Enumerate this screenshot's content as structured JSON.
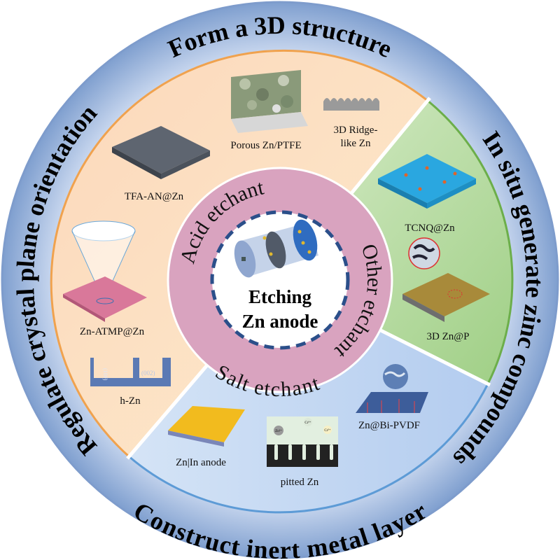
{
  "title": "Etching Zn anode",
  "center": {
    "line1": "Etching",
    "line2": "Zn anode"
  },
  "inner_ring": {
    "acid": "Acid etchant",
    "other": "Other etchant",
    "salt": "Salt etchant"
  },
  "outer_ring": {
    "top": "Form a 3D structure",
    "left": "Regulate crystal plane orientation",
    "right": "In situ generate zinc compounds",
    "bottom": "Construct inert metal layer"
  },
  "examples": {
    "porous": "Porous Zn/PTFE",
    "ridge_1": "3D Ridge-",
    "ridge_2": "like Zn",
    "tfa": "TFA-AN@Zn",
    "atmp": "Zn-ATMP@Zn",
    "hzn": "h-Zn",
    "hzn_plane1": "(100)",
    "hzn_plane2": "(002)",
    "tcnq": "TCNQ@Zn",
    "znp": "3D Zn@P",
    "znin": "Zn|In anode",
    "pitted": "pitted Zn",
    "pitted_ion1": "Zn²⁺",
    "pitted_ion2": "Cr³⁺",
    "pitted_ion3": "Cr²⁺",
    "bipvdf": "Zn@Bi-PVDF"
  },
  "colors": {
    "orange": "#fbe0c2",
    "green": "#b9dba4",
    "blue": "#c9dcf4",
    "ring": "#d9a6c2",
    "outer": "#9db6dc"
  }
}
